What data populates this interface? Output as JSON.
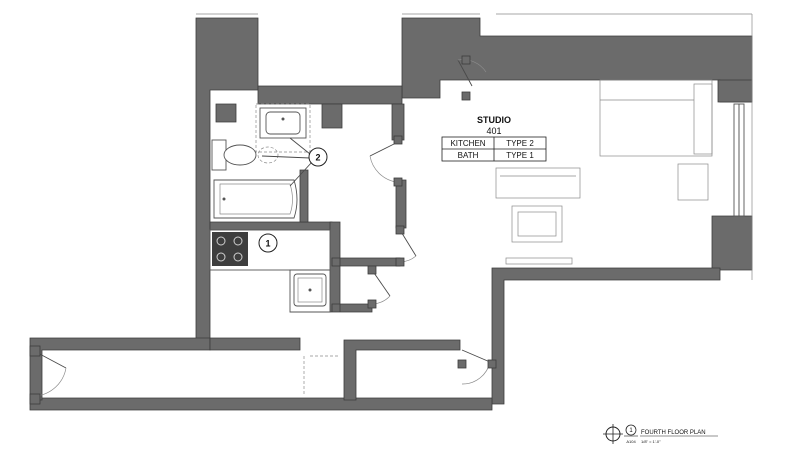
{
  "room_tag": {
    "name": "STUDIO",
    "number": "401",
    "rows": [
      {
        "label": "KITCHEN",
        "value": "TYPE 2"
      },
      {
        "label": "BATH",
        "value": "TYPE 1"
      }
    ]
  },
  "callouts": {
    "kitchen": "1",
    "bath": "2"
  },
  "title_block": {
    "number": "1",
    "sheet": "A104",
    "title": "FOURTH FLOOR PLAN",
    "scale": "1/8\" = 1'-0\""
  }
}
